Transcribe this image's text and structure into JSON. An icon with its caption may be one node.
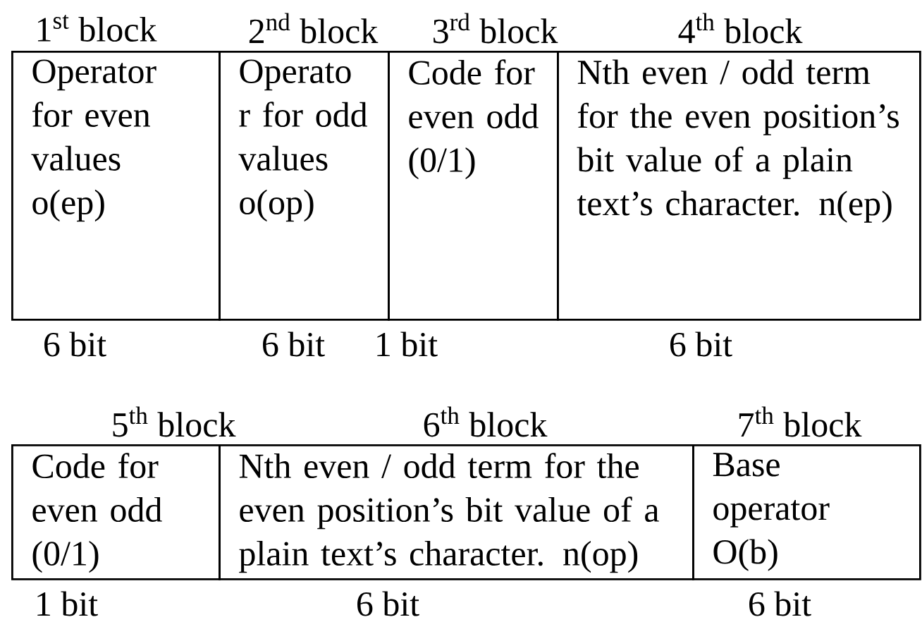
{
  "diagram": {
    "nodes": [
      {
        "text": [
          "1$^{st}$ block",
          "Operator for even values o(ep)"
        ],
        "beside": [
          "6 bit"
        ]
      },
      {
        "text": [
          "2$^{nd}$ block",
          "Operato r for odd values o(op)"
        ],
        "beside": [
          "6 bit"
        ]
      },
      {
        "text": [
          "3$^{rd}$ block",
          "Code for even odd (0/1)"
        ],
        "beside": [
          "1 bit"
        ]
      },
      {
        "text": [
          "4$^{th}$ block",
          "Nth even / odd term for the even position’s bit value of a plain text’s character. n(ep)"
        ],
        "beside": [
          "6 bit"
        ]
      },
      {
        "text": [
          "5$^{th}$ block",
          "Code for even odd (0/1)"
        ],
        "beside": [
          "1 bit"
        ]
      },
      {
        "text": [
          "6$^{th}$ block",
          "Nth even / odd term for the even position’s bit value of a plain text’s character. n(op)"
        ],
        "beside": [
          "6 bit"
        ]
      },
      {
        "text": [
          "7$^{th}$ block",
          "Base operator O(b)"
        ],
        "beside": [
          "6 bit"
        ]
      }
    ]
  }
}
